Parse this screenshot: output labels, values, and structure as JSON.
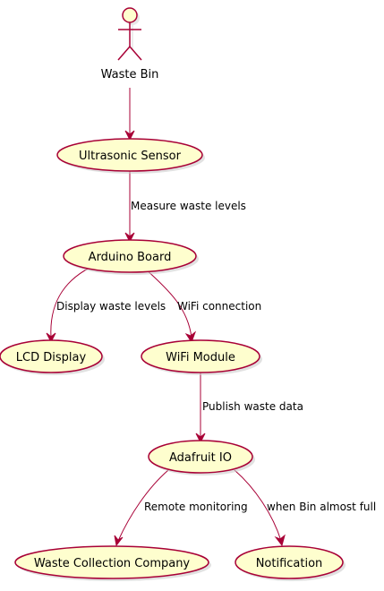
{
  "diagram": {
    "type": "use-case",
    "colors": {
      "node_fill": "#FEFECE",
      "node_stroke": "#A80036",
      "edge": "#A80036",
      "text": "#000000"
    },
    "actor": {
      "label": "Waste Bin",
      "icon": "stick-figure-icon"
    },
    "use_cases": {
      "ultrasonic_sensor": "Ultrasonic Sensor",
      "arduino_board": "Arduino Board",
      "lcd_display": "LCD Display",
      "wifi_module": "WiFi Module",
      "adafruit_io": "Adafruit IO",
      "waste_collection_company": "Waste Collection Company",
      "notification": "Notification"
    },
    "edges": [
      {
        "from": "Waste Bin",
        "to": "Ultrasonic Sensor",
        "label": ""
      },
      {
        "from": "Ultrasonic Sensor",
        "to": "Arduino Board",
        "label": "Measure waste levels"
      },
      {
        "from": "Arduino Board",
        "to": "LCD Display",
        "label": "Display waste levels"
      },
      {
        "from": "Arduino Board",
        "to": "WiFi Module",
        "label": "WiFi connection"
      },
      {
        "from": "WiFi Module",
        "to": "Adafruit IO",
        "label": "Publish waste data"
      },
      {
        "from": "Adafruit IO",
        "to": "Waste Collection Company",
        "label": "Remote monitoring"
      },
      {
        "from": "Adafruit IO",
        "to": "Notification",
        "label": "when Bin almost full"
      }
    ]
  }
}
